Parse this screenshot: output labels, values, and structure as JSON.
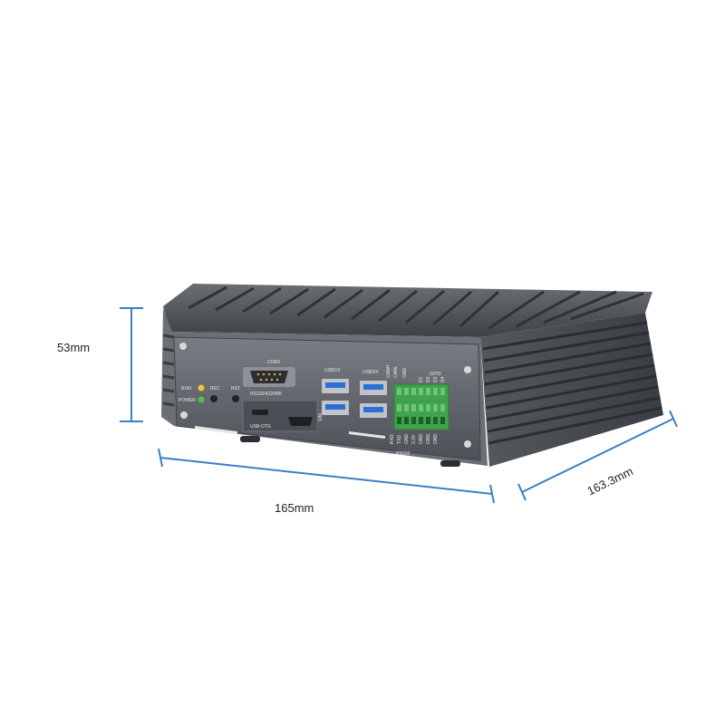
{
  "dimensions": {
    "height": "53mm",
    "width": "165mm",
    "depth": "163.3mm"
  },
  "device_labels": {
    "com": "COM1",
    "com_sub": "RS232/422/485",
    "run": "RUN",
    "power": "POWER",
    "rec": "REC",
    "rst": "RST",
    "usb12": "USB1/2",
    "usb34": "USB3/4",
    "usb_otg": "USB-OTG",
    "sim": "SIM",
    "can_h": "CANH",
    "can_l": "CANL",
    "gnd": "GND",
    "gpio": "GPIO",
    "d1": "D1",
    "d2": "D2",
    "d3": "D3",
    "d4": "D4",
    "rxd": "RXD",
    "txd": "TXD",
    "v33": "3.3V",
    "rs232": "RS232"
  },
  "colors": {
    "dimension_line": "#3a7fc1",
    "body": "#5a5d63",
    "fins": "#45484d",
    "usb_blue": "#2a6fd6",
    "terminal_green": "#3fa34d"
  }
}
